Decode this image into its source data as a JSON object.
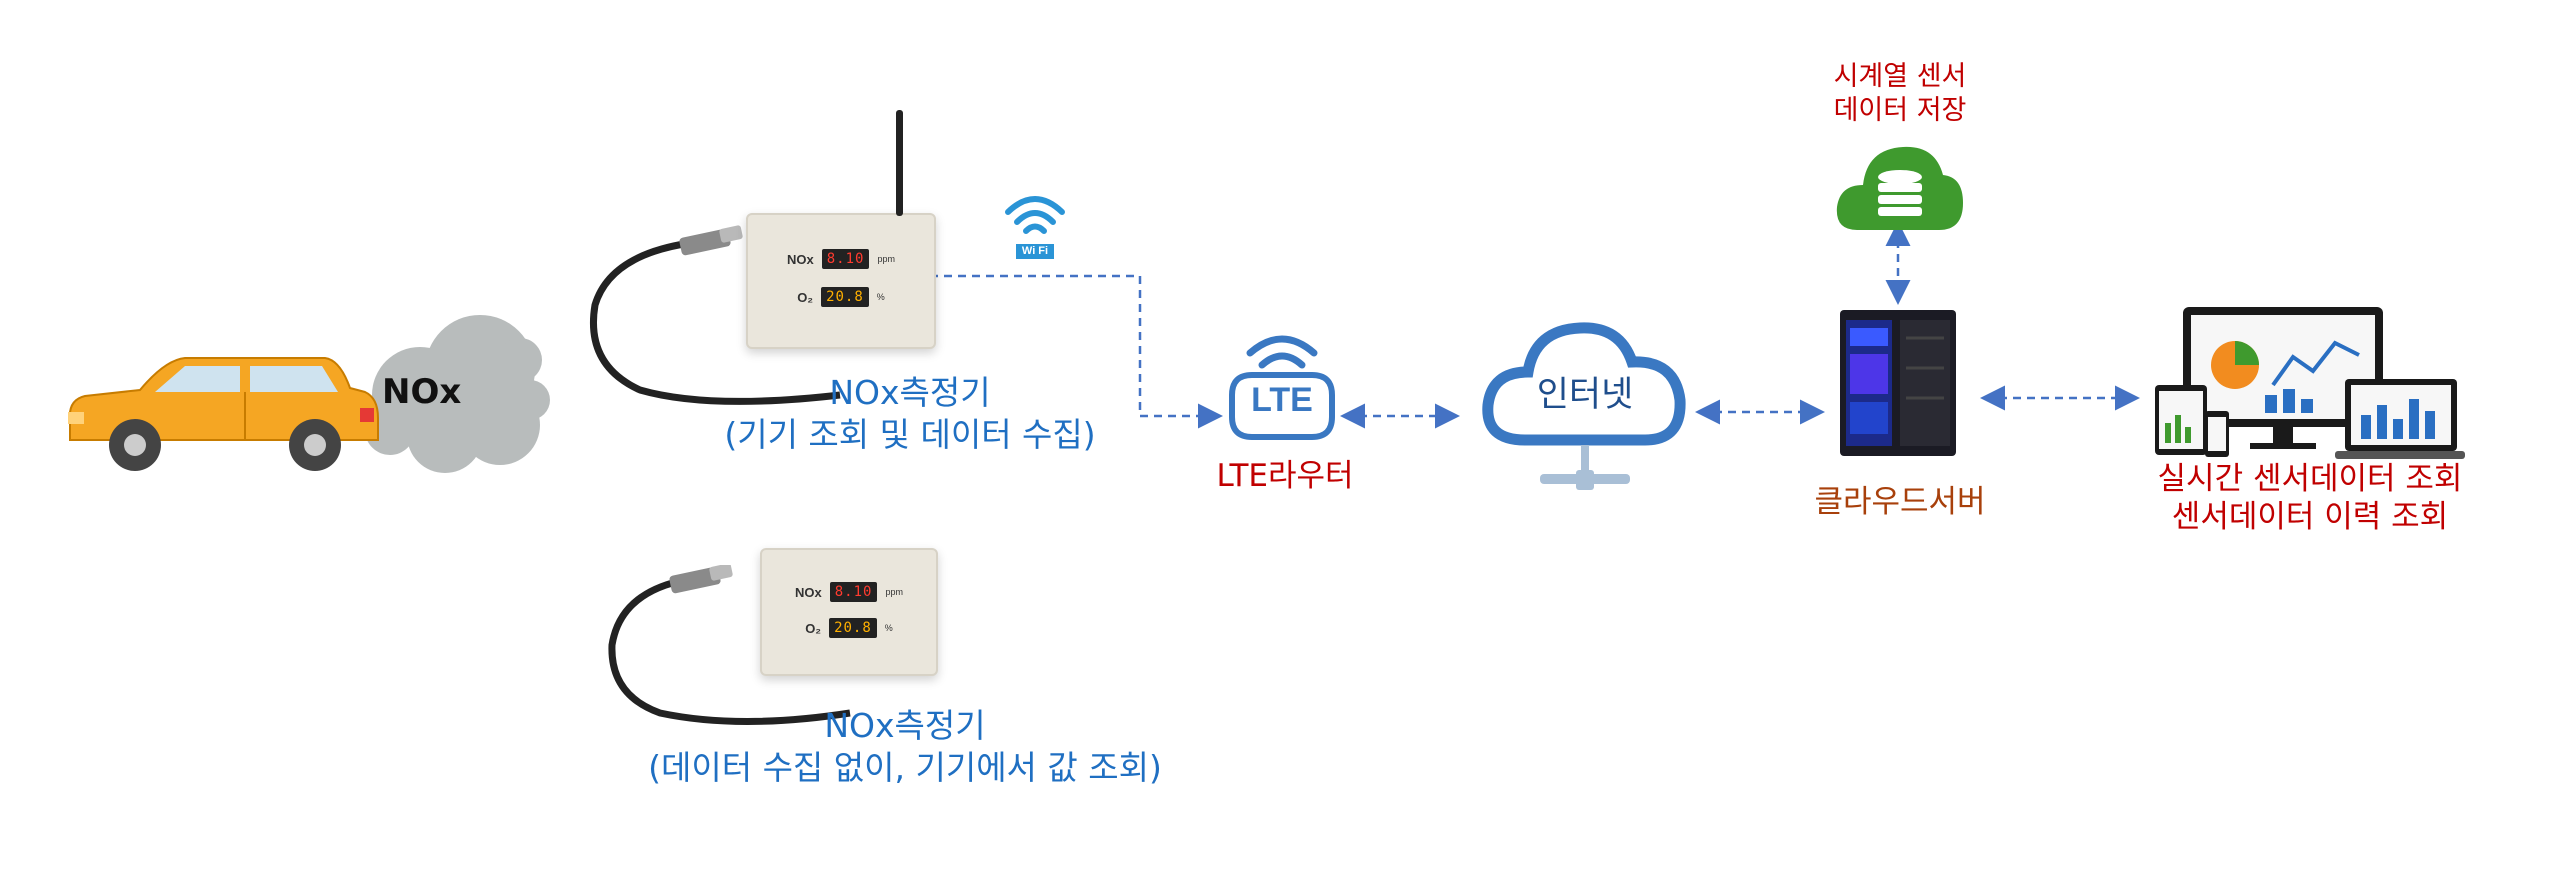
{
  "colors": {
    "arrow": "#4472c4",
    "label_blue": "#1f6fc2",
    "label_red": "#c00000",
    "label_brown": "#a8400b",
    "car_body": "#f5a623",
    "cloud_gray": "#b8bcbc",
    "cloud_blue": "#3a78c2",
    "db_green": "#3f9a2e"
  },
  "car": {
    "emission_label": "NOx"
  },
  "device_top": {
    "display": {
      "nox_label": "NOx",
      "nox_value": "8.10",
      "nox_unit": "ppm",
      "o2_label": "O₂",
      "o2_value": "20.8",
      "o2_unit": "%"
    },
    "label_line1": "NOx측정기",
    "label_line2": "(기기 조회 및 데이터 수집)"
  },
  "device_bottom": {
    "display": {
      "nox_label": "NOx",
      "nox_value": "8.10",
      "nox_unit": "ppm",
      "o2_label": "O₂",
      "o2_value": "20.8",
      "o2_unit": "%"
    },
    "label_line1": "NOx측정기",
    "label_line2": "(데이터 수집 없이, 기기에서 값 조회)"
  },
  "wifi": {
    "badge_text": "Wi Fi"
  },
  "router": {
    "icon_text": "LTE",
    "label": "LTE라우터"
  },
  "internet": {
    "cloud_text": "인터넷"
  },
  "database": {
    "label_line1": "시계열 센서",
    "label_line2": "데이터 저장"
  },
  "server": {
    "label": "클라우드서버"
  },
  "clients": {
    "label_line1": "실시간 센서데이터 조회",
    "label_line2": "센서데이터 이력 조회"
  }
}
